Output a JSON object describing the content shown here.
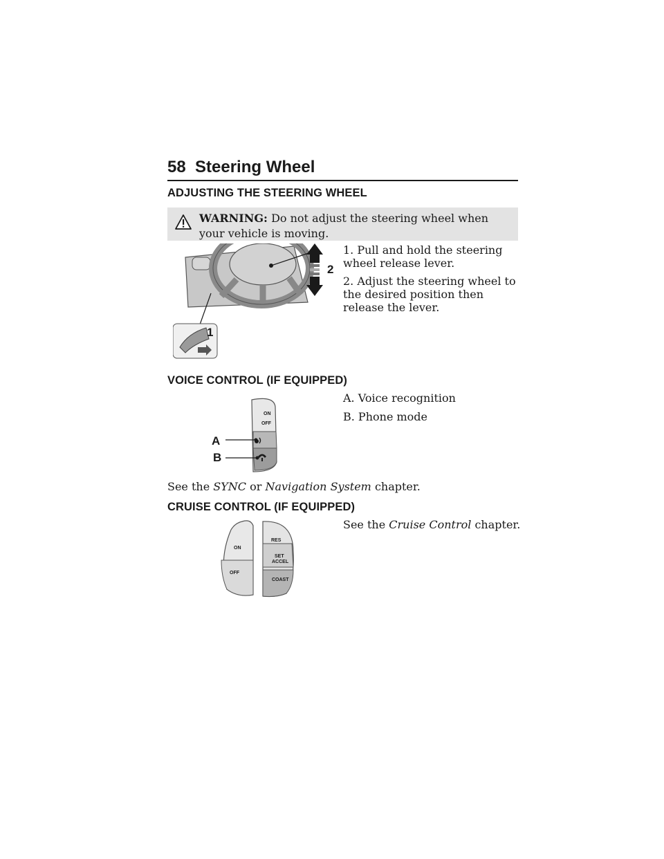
{
  "header": {
    "page_number": "58",
    "chapter_title": "Steering Wheel"
  },
  "adjusting": {
    "heading": "ADJUSTING THE STEERING WHEEL",
    "warning_label": "WARNING:",
    "warning_text": "Do not adjust the steering wheel when your vehicle is moving.",
    "step_1": "1. Pull and hold the steering wheel release lever.",
    "step_2": "2. Adjust the steering wheel to the desired position then release the lever.",
    "figure_callouts": [
      "1",
      "2"
    ]
  },
  "voice": {
    "heading": "VOICE CONTROL (IF EQUIPPED)",
    "item_a": "A. Voice recognition",
    "item_b": "B. Phone mode",
    "figure_callouts": [
      "A",
      "B"
    ],
    "switch_labels": [
      "ON",
      "OFF"
    ],
    "see_prefix": "See the",
    "see_ref_1": "SYNC",
    "see_or": "or",
    "see_ref_2": "Navigation System",
    "see_suffix": "chapter."
  },
  "cruise": {
    "heading": "CRUISE CONTROL (IF EQUIPPED)",
    "see_prefix": "See the",
    "see_ref": "Cruise Control",
    "see_suffix": "chapter.",
    "button_labels": [
      "ON",
      "OFF",
      "RES",
      "SET",
      "ACCEL",
      "COAST"
    ]
  },
  "colors": {
    "warning_bg": "#e3e3e3",
    "text": "#1a1a1a"
  }
}
